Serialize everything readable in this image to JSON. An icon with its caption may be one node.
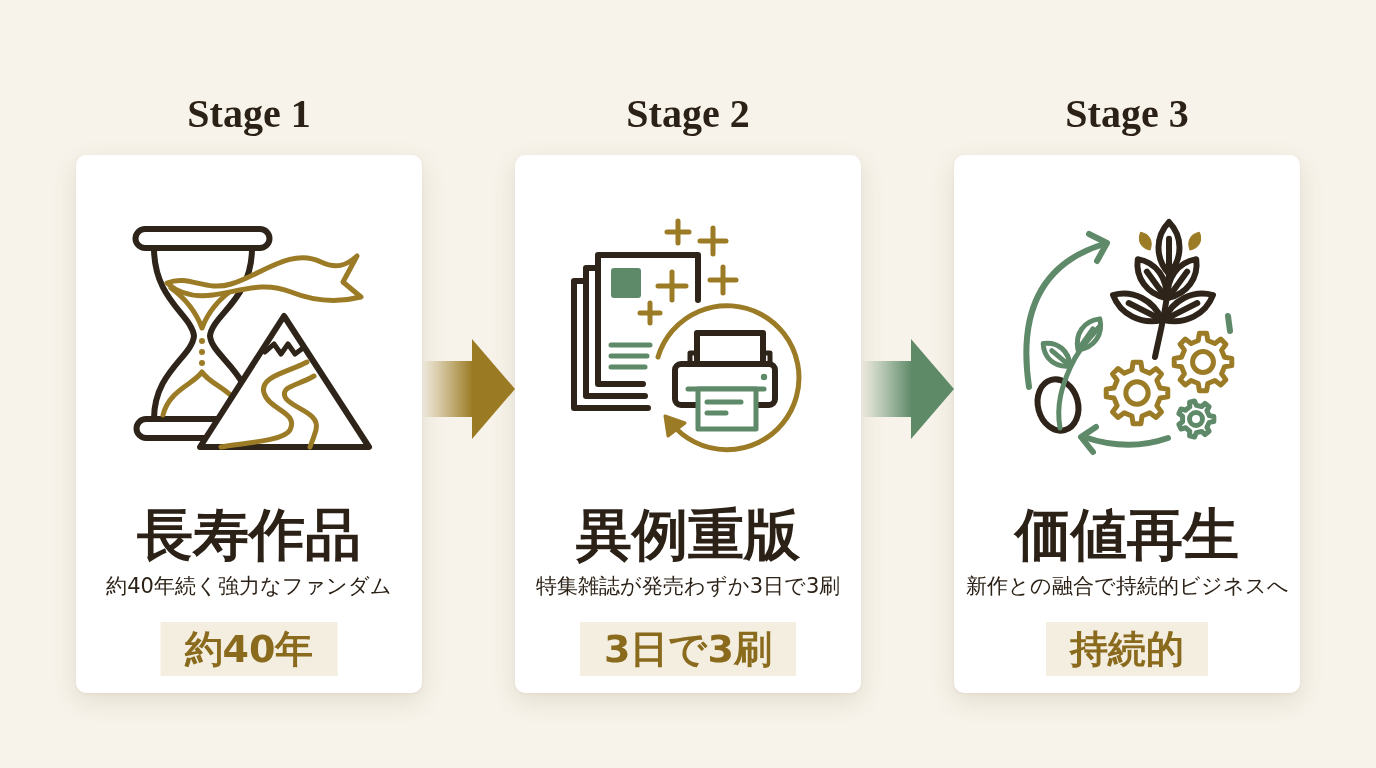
{
  "diagram": {
    "nodes": [
      {
        "text": [
          "Stage 1",
          "長寿作品",
          "約40年続く強力なファンダム"
        ]
      },
      {
        "text": [
          "約40年"
        ],
        "in": 0
      },
      {
        "text": [
          "Stage 2",
          "異例重版",
          "特集雑誌が発売わずか3日で3刷"
        ]
      },
      {
        "text": [
          "3日で3刷"
        ],
        "in": 2
      },
      {
        "text": [
          "Stage 3",
          "価値再生",
          "新作との融合で持続的ビジネスへ"
        ]
      },
      {
        "text": [
          "持続的"
        ],
        "in": 4
      }
    ],
    "edges": [
      {
        "from": 0,
        "to": 2,
        "arrow": "to",
        "style": "thick",
        "color": "#9a7a22"
      },
      {
        "from": 2,
        "to": 4,
        "arrow": "to",
        "style": "thick",
        "color": "#5e8a68"
      }
    ]
  }
}
